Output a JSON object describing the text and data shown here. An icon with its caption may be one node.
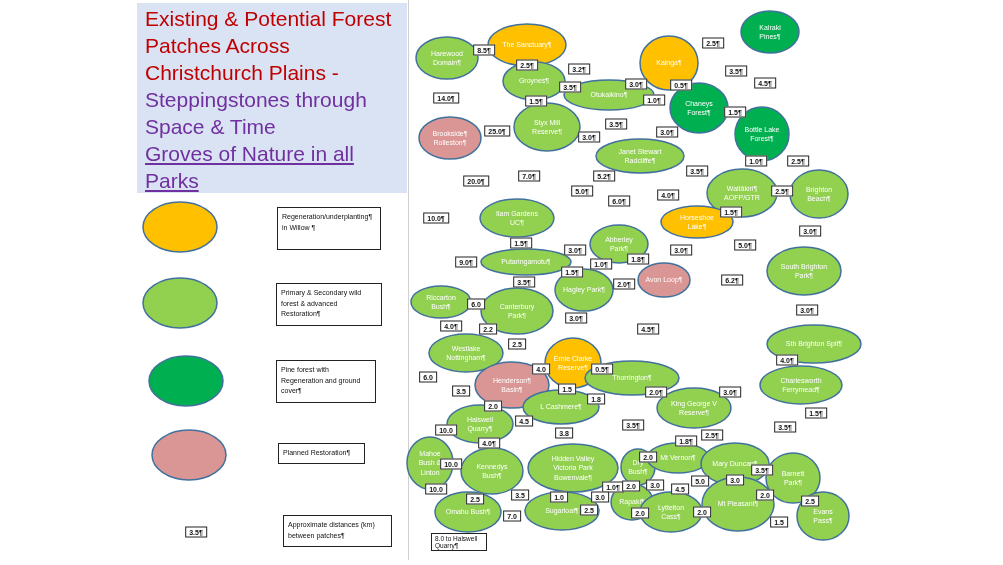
{
  "diagram": {
    "title": "Existing & Potential Forest Patches Across Christchurch Plains -",
    "nodes": [
      {
        "text": [
          "Harewood Domain¶"
        ]
      },
      {
        "text": [
          "The Sanctuary¶"
        ]
      },
      {
        "text": [
          "Groynes¶"
        ]
      },
      {
        "text": [
          "Otukaikino¶"
        ]
      },
      {
        "text": [
          "Kainga¶"
        ]
      },
      {
        "text": [
          "Kairaki Pines¶"
        ]
      },
      {
        "text": [
          "Chaneys Forest¶"
        ]
      },
      {
        "text": [
          "Brookside¶ Rolleston¶"
        ]
      },
      {
        "text": [
          "Styx Mill Reserve¶"
        ]
      },
      {
        "text": [
          "Bottle Lake Forest¶"
        ]
      },
      {
        "text": [
          "Janet Stewart Radcliffe¶"
        ]
      },
      {
        "text": [
          "Waitākiri¶ AOFP/GTR"
        ]
      },
      {
        "text": [
          "Brighton Beach¶"
        ]
      },
      {
        "text": [
          "Horseshoe Lake¶"
        ]
      },
      {
        "text": [
          "Ilam Gardens UC¶"
        ]
      },
      {
        "text": [
          "Abberley Park¶"
        ]
      },
      {
        "text": [
          "Putaringamotu¶"
        ]
      },
      {
        "text": [
          "Hagley Park¶"
        ]
      },
      {
        "text": [
          "Avon Loop¶"
        ]
      },
      {
        "text": [
          "South Brighton Park¶"
        ]
      },
      {
        "text": [
          "Riccarton Bush¶"
        ]
      },
      {
        "text": [
          "Canterbury Park¶"
        ]
      },
      {
        "text": [
          "Sth Brighton Spit¶"
        ]
      },
      {
        "text": [
          "Westlake Nottingham¶"
        ]
      },
      {
        "text": [
          "Ernie Clarke Reserve¶"
        ]
      },
      {
        "text": [
          "Thorrington¶"
        ]
      },
      {
        "text": [
          "Henderson¶ Basin¶"
        ]
      },
      {
        "text": [
          "Charlesworth Ferrymead¶"
        ]
      },
      {
        "text": [
          "L Cashmere¶"
        ]
      },
      {
        "text": [
          "King George V Reserve¶"
        ]
      },
      {
        "text": [
          "Halswell Quarry¶"
        ]
      },
      {
        "text": [
          "Mahoe Bush & Linton"
        ]
      },
      {
        "text": [
          "Kennedys Bush¶"
        ]
      },
      {
        "text": [
          "Hidden Valley Victoria Park Bowenvale¶"
        ]
      },
      {
        "text": [
          "Dry Bush¶"
        ]
      },
      {
        "text": [
          "Mt Vernon¶"
        ]
      },
      {
        "text": [
          "Mary Duncan¶"
        ]
      },
      {
        "text": [
          "Barnett Park¶"
        ]
      },
      {
        "text": [
          "Rapaki¶"
        ]
      },
      {
        "text": [
          "Omahu Bush¶"
        ]
      },
      {
        "text": [
          "Sugarloaf¶"
        ]
      },
      {
        "text": [
          "Lyttelton Cass¶"
        ]
      },
      {
        "text": [
          "Mt Pleasant¶"
        ]
      },
      {
        "text": [
          "Evans Pass¶"
        ]
      }
    ],
    "labels": [
      "Steppingstones through Space & Time",
      "Groves of Nature in all Parks",
      "2.5¶",
      "8.5¶",
      "2.5¶",
      "3.2¶",
      "3.5¶",
      "4.5¶",
      "3.0¶",
      "0.5¶",
      "3.5¶",
      "14.0¶",
      "1.0¶",
      "1.5¶",
      "1.5¶",
      "3.5¶",
      "25.0¶",
      "3.0¶",
      "3.0¶",
      "1.0¶",
      "2.5¶",
      "3.5¶",
      "7.0¶",
      "5.2¶",
      "20.0¶",
      "2.5¶",
      "5.0¶",
      "4.0¶",
      "6.0¶",
      "1.5¶",
      "10.0¶",
      "3.0¶",
      "1.5¶",
      "5.0¶",
      "3.0¶",
      "3.0¶",
      "1.8¶",
      "9.0¶",
      "1.0¶",
      "1.5¶",
      "6.2¶",
      "3.5¶",
      "2.0¶",
      "6.0",
      "3.0¶",
      "3.0¶",
      "4.0¶",
      "2.2",
      "4.5¶",
      "2.5",
      "4.0¶",
      "4.0",
      "0.5¶",
      "6.0",
      "1.5",
      "3.5",
      "2.0¶",
      "3.0¶",
      "1.8",
      "2.0",
      "1.5¶",
      "4.5",
      "3.5¶",
      "3.5¶",
      "10.0",
      "3.8",
      "2.5¶",
      "1.8¶",
      "4.0¶",
      "2.0",
      "10.0",
      "3.5",
      "1.0¶",
      "3.5¶",
      "5.0",
      "3.0",
      "3.0",
      "2.0",
      "3.0",
      "10.0",
      "4.5",
      "1.0",
      "2.5",
      "2.0",
      "2.5",
      "2.5",
      "2.0",
      "2.0",
      "7.0",
      "1.5",
      "8.0 to Halswell Quarry¶",
      "3.5¶"
    ],
    "legend": [
      {
        "text": "Regeneration/underplanting¶ in Willow ¶",
        "color": "#ffc000"
      },
      {
        "text": "Primary & Secondary wild forest & advanced Restoration¶",
        "color": "#92d050"
      },
      {
        "text": "Pine forest with Regeneration and ground cover¶",
        "color": "#00b050"
      },
      {
        "text": "Planned Restoration¶",
        "color": "#d99694"
      },
      {
        "text": "Approximate distances (km) between patches¶"
      }
    ]
  }
}
